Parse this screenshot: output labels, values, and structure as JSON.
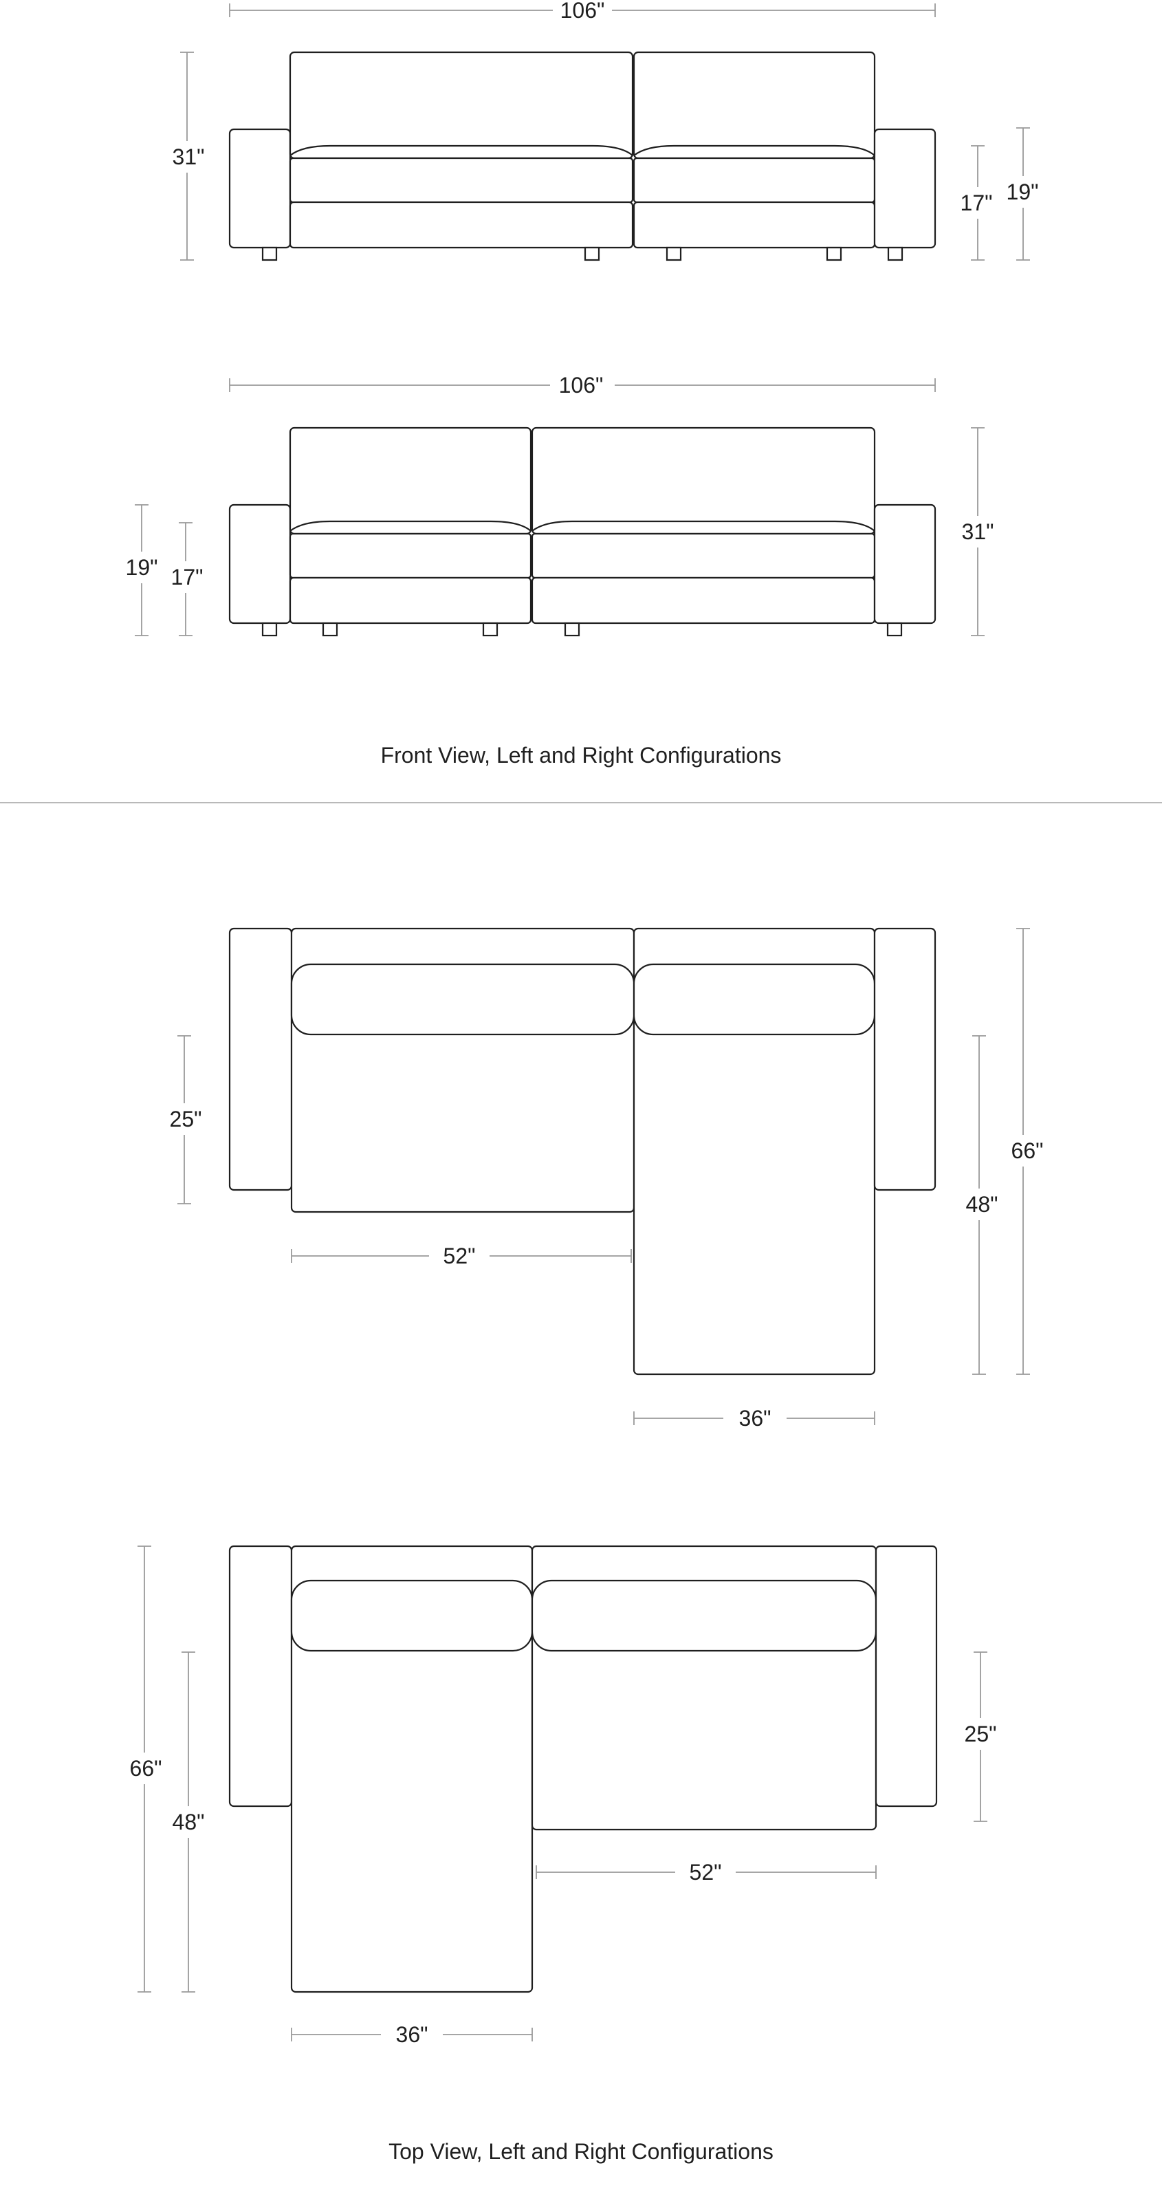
{
  "front_view": {
    "left_configuration": {
      "width": "106\"",
      "back_height": "31\"",
      "seat_height": "17\"",
      "arm_height": "19\""
    },
    "right_configuration": {
      "width": "106\"",
      "arm_height": "19\"",
      "seat_height": "17\"",
      "back_height": "31\""
    },
    "caption": "Front View, Left and Right Configurations"
  },
  "top_view": {
    "left_configuration": {
      "seat_depth": "25\"",
      "sofa_section_width": "52\"",
      "chaise_width": "36\"",
      "chaise_length": "48\"",
      "overall_depth": "66\""
    },
    "right_configuration": {
      "overall_depth": "66\"",
      "chaise_length": "48\"",
      "seat_depth": "25\"",
      "sofa_section_width": "52\"",
      "chaise_width": "36\""
    },
    "caption": "Top View, Left and Right Configurations"
  },
  "colors": {
    "outline": "#1f1f1f",
    "dimension_line": "#9a9a9a",
    "divider": "#b9b9b9",
    "background": "#ffffff"
  }
}
